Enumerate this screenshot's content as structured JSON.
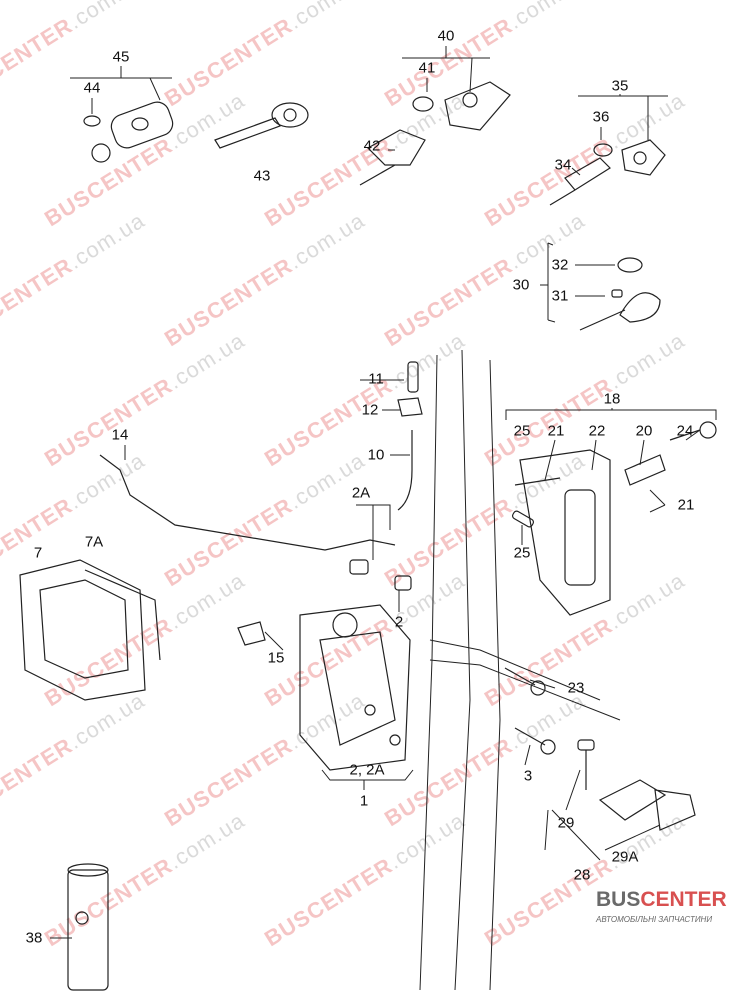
{
  "watermark": {
    "brand": "BUSCENTER",
    "domain": ".com.ua"
  },
  "logo": {
    "brand_a": "BUS",
    "brand_b": "CENTER",
    "tagline": "АВТОМОБІЛЬНІ ЗАПЧАСТИНИ"
  },
  "callouts": [
    "45",
    "44",
    "43",
    "40",
    "41",
    "42",
    "35",
    "36",
    "34",
    "32",
    "30",
    "31",
    "11",
    "12",
    "10",
    "14",
    "18",
    "25",
    "21",
    "22",
    "20",
    "24",
    "21",
    "25",
    "2A",
    "7",
    "7A",
    "2",
    "15",
    "23",
    "2, 2A",
    "1",
    "3",
    "29",
    "29A",
    "28",
    "38"
  ]
}
